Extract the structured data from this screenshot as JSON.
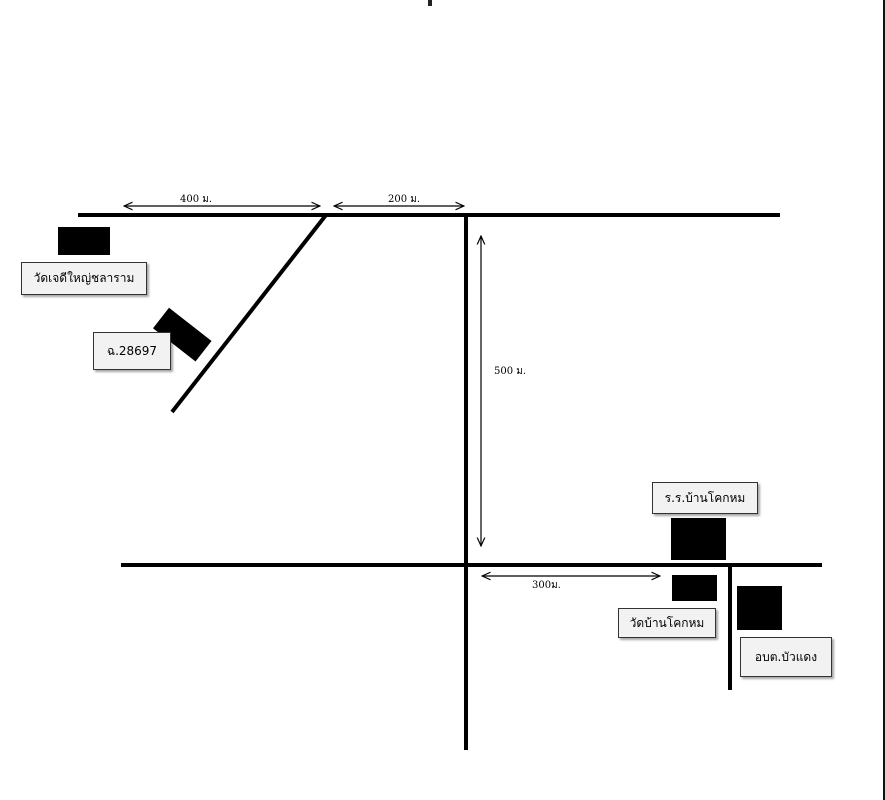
{
  "map": {
    "landmarks": {
      "wat_chedi": "วัดเจดีใหญ่ชลาราม",
      "land_plot": "ฉ.28697",
      "school": "ร.ร.บ้านโคกหม",
      "wat_ban_khok": "วัดบ้านโคกหม",
      "sao_office": "อบต.บัวแดง"
    },
    "distances": {
      "top_left": "400 ม.",
      "top_right": "200 ม.",
      "vertical": "500 ม.",
      "bottom": "300ม."
    },
    "colors": {
      "road": "#000000",
      "building": "#000000",
      "label_bg": "#f2f2f2"
    }
  }
}
